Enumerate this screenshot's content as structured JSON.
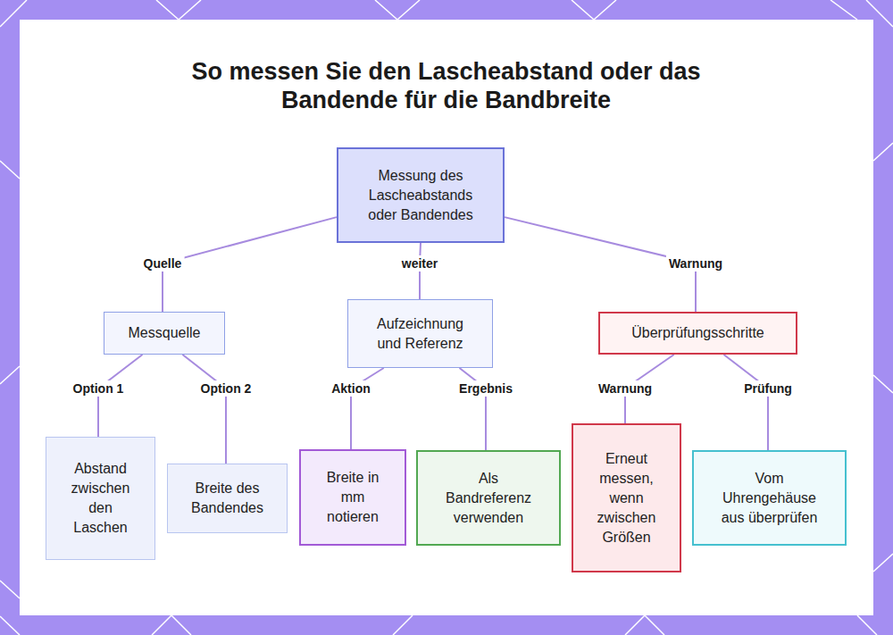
{
  "diagram": {
    "title": "So messen Sie den Lascheabstand oder das Bandende für die Bandbreite",
    "nodes": [
      {
        "text": [
          "Messung des Lascheabstands oder Bandendes"
        ]
      },
      {
        "text": [
          "Messquelle"
        ]
      },
      {
        "text": [
          "Aufzeichnung und Referenz"
        ]
      },
      {
        "text": [
          "Überprüfungsschritte"
        ]
      },
      {
        "text": [
          "Abstand zwischen den Laschen"
        ]
      },
      {
        "text": [
          "Breite des Bandendes"
        ]
      },
      {
        "text": [
          "Breite in mm notieren"
        ]
      },
      {
        "text": [
          "Als Bandreferenz verwenden"
        ]
      },
      {
        "text": [
          "Erneut messen, wenn zwischen Größen"
        ]
      },
      {
        "text": [
          "Vom Uhrengehäuse aus überprüfen"
        ]
      }
    ],
    "edges": [
      {
        "from": 0,
        "to": 1,
        "label": "Quelle",
        "arrow": "none"
      },
      {
        "from": 0,
        "to": 2,
        "label": "weiter",
        "arrow": "none"
      },
      {
        "from": 0,
        "to": 3,
        "label": "Warnung",
        "arrow": "none"
      },
      {
        "from": 1,
        "to": 4,
        "label": "Option 1",
        "arrow": "none"
      },
      {
        "from": 1,
        "to": 5,
        "label": "Option 2",
        "arrow": "none"
      },
      {
        "from": 2,
        "to": 6,
        "label": "Aktion",
        "arrow": "none"
      },
      {
        "from": 2,
        "to": 7,
        "label": "Ergebnis",
        "arrow": "none"
      },
      {
        "from": 3,
        "to": 8,
        "label": "Warnung",
        "arrow": "none"
      },
      {
        "from": 3,
        "to": 9,
        "label": "Prüfung",
        "arrow": "none"
      }
    ]
  }
}
